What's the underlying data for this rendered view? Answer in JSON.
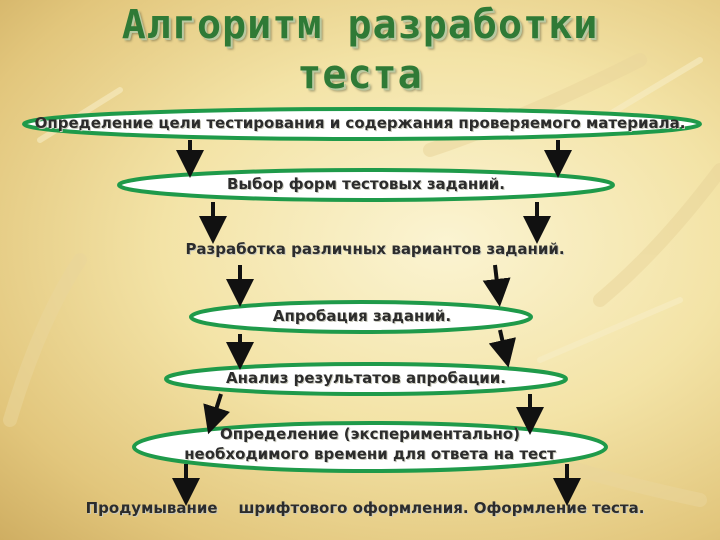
{
  "title": {
    "line1": "Алгоритм разработки",
    "line2": "теста"
  },
  "steps": [
    {
      "text": "Определение цели тестирования и содержания проверяемого материала."
    },
    {
      "text": "Выбор форм тестовых заданий."
    },
    {
      "text": "Разработка различных вариантов заданий."
    },
    {
      "text": "Апробация заданий."
    },
    {
      "text": "Анализ результатов апробации."
    },
    {
      "line1": "Определение (экспериментально)",
      "line2": "необходимого времени для ответа на тест"
    },
    {
      "text": "Продумывание    шрифтового оформления. Оформление теста."
    }
  ],
  "colors": {
    "title": "#2f7a36",
    "ellipse_border": "#1f9a4a",
    "ellipse_fill": "#ffffff",
    "arrow": "#111111"
  }
}
